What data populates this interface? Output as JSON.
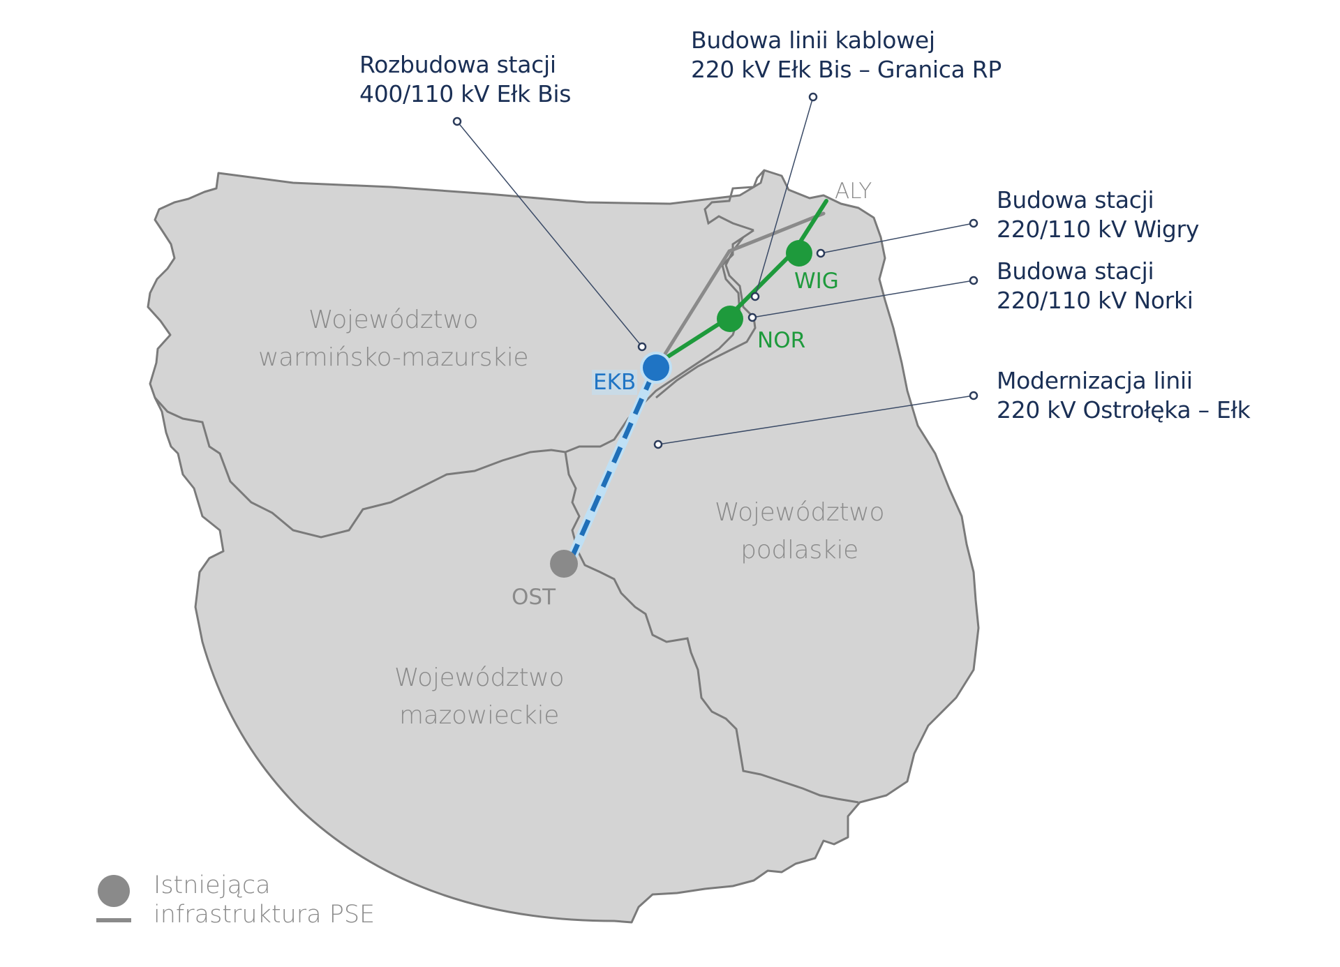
{
  "colors": {
    "background": "#ffffff",
    "land_fill": "#d4d4d4",
    "border_stroke": "#7a7a7a",
    "annotation_text": "#1a2f55",
    "region_text": "#8a8a8a",
    "existing_infra": "#8a8a8a",
    "new_line_green": "#1e9a3c",
    "station_blue": "#1f74c4",
    "dashed_line_blue": "#1f6fb8"
  },
  "regions": [
    {
      "id": "warminsko-mazurskie",
      "line1": "Województwo",
      "line2": "warmińsko-mazurskie"
    },
    {
      "id": "podlaskie",
      "line1": "Województwo",
      "line2": "podlaskie"
    },
    {
      "id": "mazowieckie",
      "line1": "Województwo",
      "line2": "mazowieckie"
    }
  ],
  "stations": [
    {
      "code": "EKB",
      "color": "#1f74c4",
      "type": "expanded"
    },
    {
      "code": "NOR",
      "color": "#1e9a3c",
      "type": "new"
    },
    {
      "code": "WIG",
      "color": "#1e9a3c",
      "type": "new"
    },
    {
      "code": "OST",
      "color": "#8a8a8a",
      "type": "existing"
    },
    {
      "code": "ALY",
      "color": "#8a8a8a",
      "type": "existing-border-point"
    }
  ],
  "annotations": [
    {
      "id": "rozbudowa-elk-bis",
      "line1": "Rozbudowa stacji",
      "line2": "400/110 kV Ełk Bis"
    },
    {
      "id": "linia-kablowa",
      "line1": "Budowa linii kablowej",
      "line2": "220 kV Ełk Bis – Granica RP"
    },
    {
      "id": "stacja-wigry",
      "line1": "Budowa stacji",
      "line2": "220/110 kV Wigry"
    },
    {
      "id": "stacja-norki",
      "line1": "Budowa stacji",
      "line2": "220/110 kV Norki"
    },
    {
      "id": "modernizacja-linii",
      "line1": "Modernizacja linii",
      "line2": "220 kV Ostrołęka – Ełk"
    }
  ],
  "legend": {
    "line1": "Istniejąca",
    "line2": "infrastruktura PSE",
    "icons": [
      "existing-station-dot-icon",
      "existing-line-bar-icon"
    ]
  }
}
